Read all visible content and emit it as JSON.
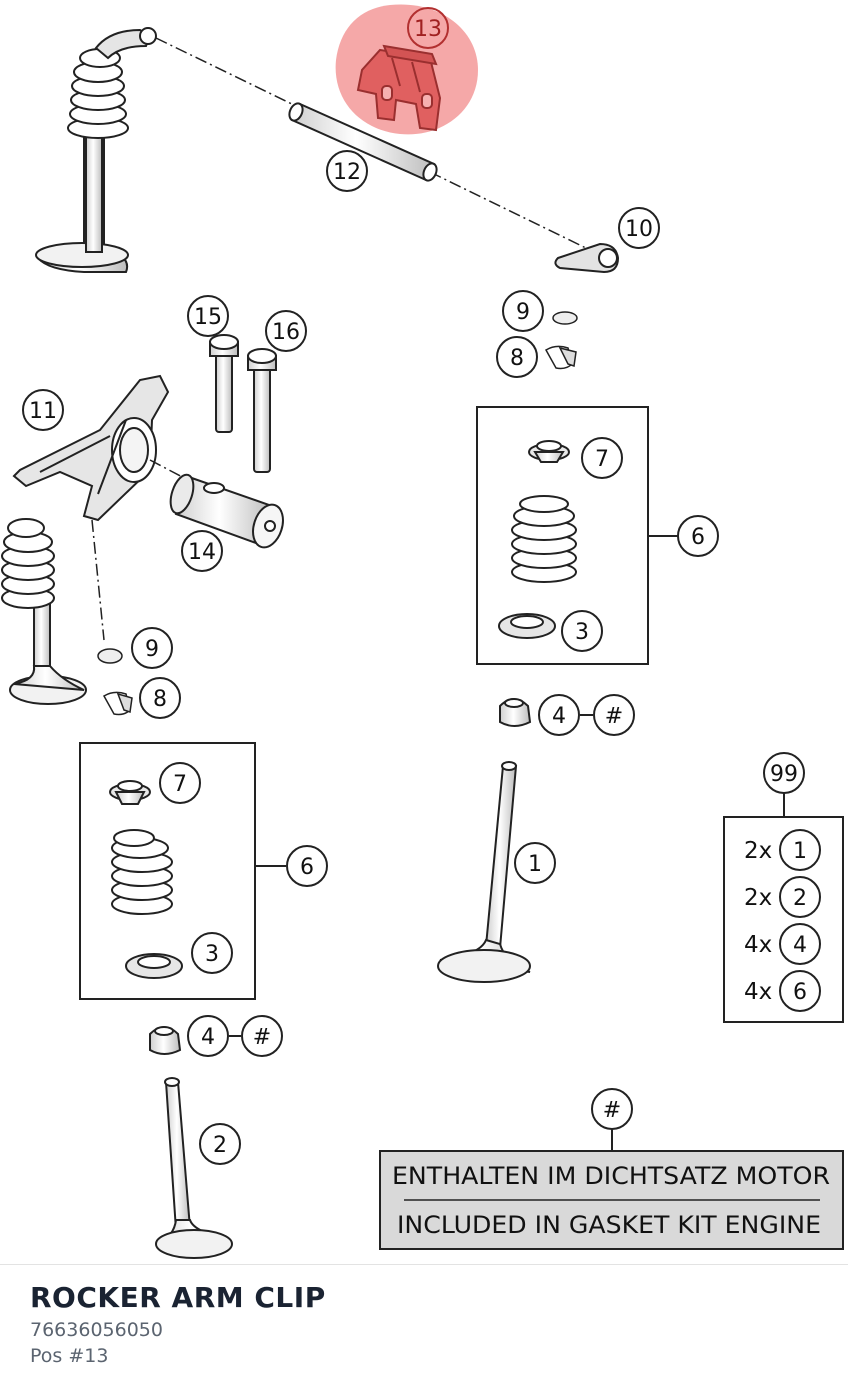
{
  "diagram": {
    "callouts": [
      {
        "id": "c13",
        "label": "13",
        "highlighted": true
      },
      {
        "id": "c12",
        "label": "12"
      },
      {
        "id": "c10",
        "label": "10"
      },
      {
        "id": "c15",
        "label": "15"
      },
      {
        "id": "c16",
        "label": "16"
      },
      {
        "id": "c9a",
        "label": "9"
      },
      {
        "id": "c8a",
        "label": "8"
      },
      {
        "id": "c11",
        "label": "11"
      },
      {
        "id": "c7a",
        "label": "7"
      },
      {
        "id": "c6a",
        "label": "6"
      },
      {
        "id": "c14",
        "label": "14"
      },
      {
        "id": "c3a",
        "label": "3"
      },
      {
        "id": "c9b",
        "label": "9"
      },
      {
        "id": "c8b",
        "label": "8"
      },
      {
        "id": "c4a",
        "label": "4"
      },
      {
        "id": "c4a_hash",
        "label": "#"
      },
      {
        "id": "c7b",
        "label": "7"
      },
      {
        "id": "c99",
        "label": "99"
      },
      {
        "id": "c1",
        "label": "1"
      },
      {
        "id": "c6b",
        "label": "6"
      },
      {
        "id": "c3b",
        "label": "3"
      },
      {
        "id": "c4b",
        "label": "4"
      },
      {
        "id": "c4b_hash",
        "label": "#"
      },
      {
        "id": "c2",
        "label": "2"
      },
      {
        "id": "c_hash_note",
        "label": "#"
      }
    ],
    "kit": {
      "rows": [
        {
          "qty": "2x",
          "part": "1"
        },
        {
          "qty": "2x",
          "part": "2"
        },
        {
          "qty": "4x",
          "part": "4"
        },
        {
          "qty": "4x",
          "part": "6"
        }
      ]
    },
    "note": {
      "line1": "ENTHALTEN IM DICHTSATZ MOTOR",
      "line2": "INCLUDED IN GASKET KIT ENGINE"
    },
    "colors": {
      "highlight": "#f28b8b",
      "line": "#222222",
      "note_bg": "#d9d9d9"
    }
  },
  "part": {
    "name": "ROCKER ARM CLIP",
    "number": "76636056050",
    "position": "Pos #13"
  }
}
